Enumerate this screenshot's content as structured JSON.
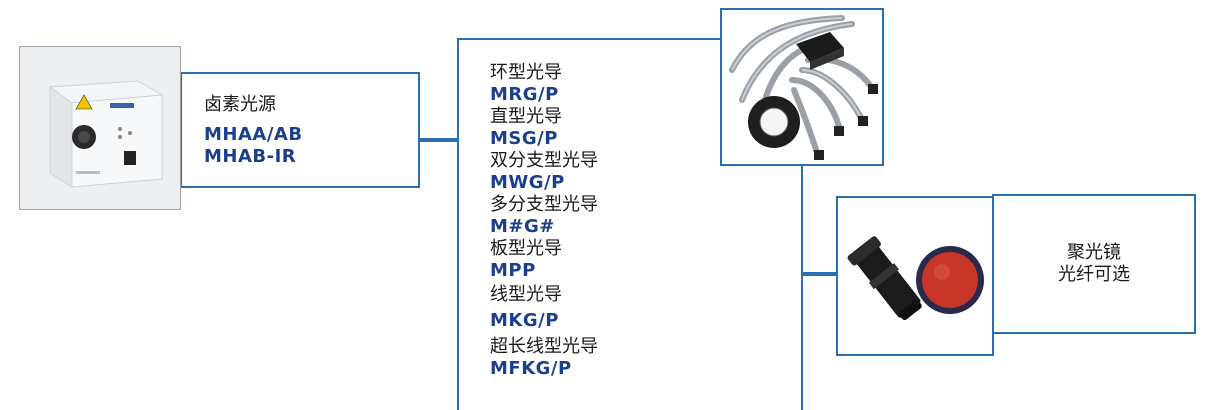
{
  "halogen": {
    "name": "卤素光源",
    "models": [
      "MHAA/AB",
      "MHAB-IR"
    ]
  },
  "guides": [
    {
      "name": "环型光导",
      "model": "MRG/P"
    },
    {
      "name": "直型光导",
      "model": "MSG/P"
    },
    {
      "name": "双分支型光导",
      "model": "MWG/P"
    },
    {
      "name": "多分支型光导",
      "model": "M#G#"
    },
    {
      "name": "板型光导",
      "model": "MPP"
    },
    {
      "name": "线型光导",
      "model": "MKG/P"
    },
    {
      "name": "超长线型光导",
      "model": "MFKG/P"
    }
  ],
  "optional": {
    "line1": "聚光镜",
    "line2": "光纤可选"
  },
  "colors": {
    "border": "#2a6fb0",
    "model_text": "#1b3f8f",
    "filter_red": "#c8362a"
  }
}
